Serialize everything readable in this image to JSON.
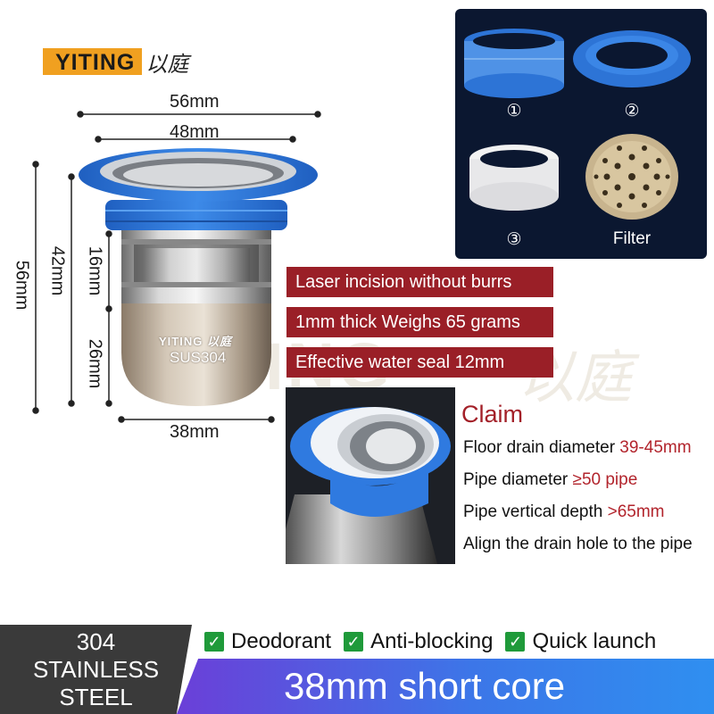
{
  "logo": {
    "brand": "YITING",
    "brand_cn": "以庭"
  },
  "dimensions": {
    "top_width": "56mm",
    "inner_width": "48mm",
    "bottom_width": "38mm",
    "total_height": "56mm",
    "body_height": "42mm",
    "upper_height": "16mm",
    "lower_height": "26mm"
  },
  "product_marking": {
    "brand": "YITING",
    "brand_cn": "以庭",
    "material": "SUS304"
  },
  "watermark": {
    "text": "YITING",
    "text_cn": "以庭"
  },
  "accessories": {
    "items": [
      {
        "label": "①",
        "icon": "blue-sleeve-icon"
      },
      {
        "label": "②",
        "icon": "blue-gasket-icon"
      },
      {
        "label": "③",
        "icon": "white-sleeve-icon"
      },
      {
        "label": "Filter",
        "icon": "filter-mesh-icon"
      }
    ]
  },
  "features_tags": [
    "Laser incision without burrs",
    "1mm thick Weighs 65 grams",
    "Effective water seal 12mm"
  ],
  "claim": {
    "title": "Claim",
    "rows": [
      {
        "label": "Floor drain diameter ",
        "value": "39-45mm"
      },
      {
        "label": "Pipe diameter ",
        "value": "≥50 pipe"
      },
      {
        "label": "Pipe vertical depth ",
        "value": ">65mm"
      },
      {
        "label": "Align the drain hole to the pipe",
        "value": ""
      }
    ]
  },
  "bottom": {
    "material_lines": [
      "304",
      "STAINLESS",
      "STEEL"
    ],
    "features": [
      "Deodorant",
      "Anti-blocking",
      "Quick launch"
    ],
    "core": "38mm short core"
  },
  "colors": {
    "accent_red": "#9a1f27",
    "brand_orange": "#f0a020",
    "gasket_blue": "#2d74d6",
    "panel_navy": "#0b1730",
    "check_green": "#1f9a3a"
  }
}
